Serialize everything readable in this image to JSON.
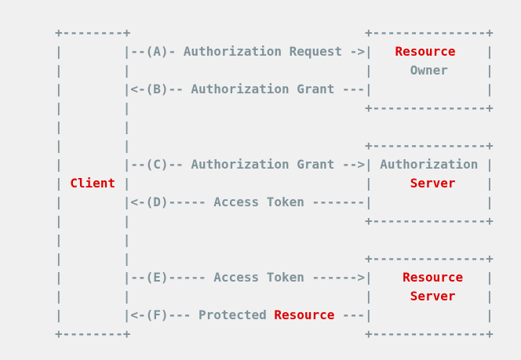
{
  "page": {
    "background": "#f0f0f0"
  },
  "colors": {
    "gray": "#7e929a",
    "red": "#dd0000"
  },
  "diagram": {
    "lines": [
      {
        "segments": [
          {
            "text": "+--------+                               +---------------+",
            "color": "gray"
          }
        ]
      },
      {
        "segments": [
          {
            "text": "|        |--(A)- Authorization Request ->|   ",
            "color": "gray"
          },
          {
            "text": "Resource",
            "color": "red"
          },
          {
            "text": "    |",
            "color": "gray"
          }
        ]
      },
      {
        "segments": [
          {
            "text": "|        |                               |     Owner     |",
            "color": "gray"
          }
        ]
      },
      {
        "segments": [
          {
            "text": "|        |<-(B)-- Authorization Grant ---|               |",
            "color": "gray"
          }
        ]
      },
      {
        "segments": [
          {
            "text": "|        |                               +---------------+",
            "color": "gray"
          }
        ]
      },
      {
        "segments": [
          {
            "text": "|        |",
            "color": "gray"
          }
        ]
      },
      {
        "segments": [
          {
            "text": "|        |                               +---------------+",
            "color": "gray"
          }
        ]
      },
      {
        "segments": [
          {
            "text": "|        |--(C)-- Authorization Grant -->| Authorization |",
            "color": "gray"
          }
        ]
      },
      {
        "segments": [
          {
            "text": "| ",
            "color": "gray"
          },
          {
            "text": "Client",
            "color": "red"
          },
          {
            "text": " |                               |     ",
            "color": "gray"
          },
          {
            "text": "Server",
            "color": "red"
          },
          {
            "text": "    |",
            "color": "gray"
          }
        ]
      },
      {
        "segments": [
          {
            "text": "|        |<-(D)----- Access Token -------|               |",
            "color": "gray"
          }
        ]
      },
      {
        "segments": [
          {
            "text": "|        |                               +---------------+",
            "color": "gray"
          }
        ]
      },
      {
        "segments": [
          {
            "text": "|        |",
            "color": "gray"
          }
        ]
      },
      {
        "segments": [
          {
            "text": "|        |                               +---------------+",
            "color": "gray"
          }
        ]
      },
      {
        "segments": [
          {
            "text": "|        |--(E)----- Access Token ------>|    ",
            "color": "gray"
          },
          {
            "text": "Resource",
            "color": "red"
          },
          {
            "text": "   |",
            "color": "gray"
          }
        ]
      },
      {
        "segments": [
          {
            "text": "|        |                               |     ",
            "color": "gray"
          },
          {
            "text": "Server",
            "color": "red"
          },
          {
            "text": "    |",
            "color": "gray"
          }
        ]
      },
      {
        "segments": [
          {
            "text": "|        |<-(F)--- Protected ",
            "color": "gray"
          },
          {
            "text": "Resource",
            "color": "red"
          },
          {
            "text": " ---|               |",
            "color": "gray"
          }
        ]
      },
      {
        "segments": [
          {
            "text": "+--------+                               +---------------+",
            "color": "gray"
          }
        ]
      }
    ]
  }
}
